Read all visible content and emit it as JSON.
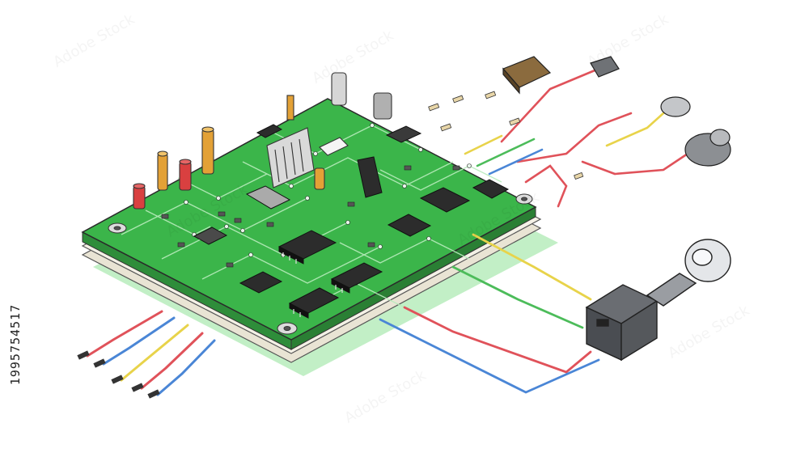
{
  "image": {
    "subject": "isometric-circuit-board-illustration",
    "stock_id": "1995754517",
    "watermark_text": "Adobe Stock",
    "colors": {
      "board_green": "#3bb54a",
      "board_shadow": "#9fe3a6",
      "trace_light": "#a9e6ae",
      "substrate": "#eeeadf",
      "chip_dark": "#2c2c2c",
      "wire_red": "#e0525a",
      "wire_blue": "#4a86d6",
      "wire_yellow": "#e8d34a",
      "wire_green": "#4cbc5a",
      "connector_gray": "#55585c",
      "metal_light": "#d8dadd",
      "capacitor_orange": "#e3a136"
    }
  }
}
